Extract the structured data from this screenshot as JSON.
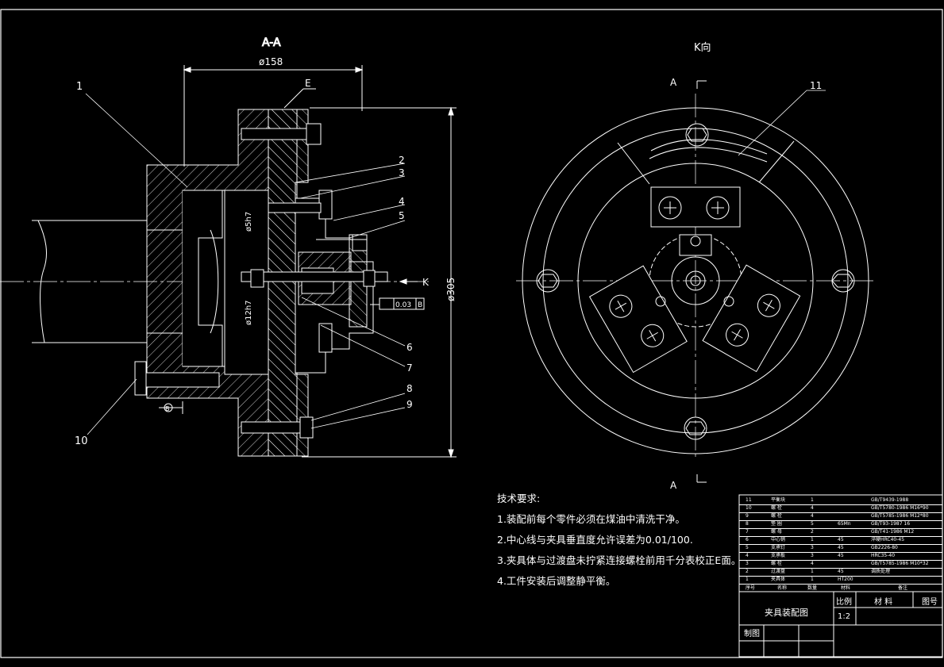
{
  "colors": {
    "background": "#000000",
    "lines": "#ffffff",
    "hatch": "#ffffff"
  },
  "sectionView": {
    "title": "A-A",
    "dimWidth": "ø158",
    "dimHeight": "ø305",
    "dimBore1": "ø5h7",
    "dimBore2": "ø12h7",
    "labelE": "E",
    "labelK": "K",
    "datumB": "B",
    "tolerance": "0.03",
    "leaders": [
      "1",
      "2",
      "3",
      "4",
      "5",
      "6",
      "7",
      "8",
      "9",
      "10"
    ]
  },
  "kView": {
    "title": "K向",
    "sectionMarkTop": "A",
    "sectionMarkBottom": "A",
    "leader": "11"
  },
  "technicalRequirements": {
    "heading": "技术要求:",
    "items": [
      "1.装配前每个零件必须在煤油中清洗干净。",
      "2.中心线与夹具垂直度允许误差为0.01/100.",
      "3.夹具体与过渡盘未拧紧连接螺栓前用千分表校正E面。",
      "4.工件安装后调整静平衡。"
    ]
  },
  "partsList": [
    {
      "no": "11",
      "name": "平衡块",
      "qty": "1",
      "material": "",
      "note": "GB/T9439-1988"
    },
    {
      "no": "10",
      "name": "螺 栓",
      "qty": "4",
      "material": "",
      "note": "GB/T5780-1986 M16*90"
    },
    {
      "no": "9",
      "name": "螺 栓",
      "qty": "4",
      "material": "",
      "note": "GB/T5785-1986 M12*80"
    },
    {
      "no": "8",
      "name": "垫 圈",
      "qty": "5",
      "material": "65Mn",
      "note": "GB/T93-1987 16"
    },
    {
      "no": "7",
      "name": "螺 母",
      "qty": "2",
      "material": "",
      "note": "GB/T41-1986 M12"
    },
    {
      "no": "6",
      "name": "中心销",
      "qty": "1",
      "material": "45",
      "note": "淬硬HRC40-45"
    },
    {
      "no": "5",
      "name": "支承钉",
      "qty": "3",
      "material": "45",
      "note": "GB2226-80"
    },
    {
      "no": "4",
      "name": "支承板",
      "qty": "3",
      "material": "45",
      "note": "HRC35-40"
    },
    {
      "no": "3",
      "name": "螺 栓",
      "qty": "4",
      "material": "",
      "note": "GB/T5785-1986 M10*32"
    },
    {
      "no": "2",
      "name": "过渡盘",
      "qty": "1",
      "material": "45",
      "note": "调质处理"
    },
    {
      "no": "1",
      "name": "夹具体",
      "qty": "1",
      "material": "HT200",
      "note": ""
    }
  ],
  "partsHeader": {
    "no": "序号",
    "name": "名称",
    "qty": "数量",
    "material": "材料",
    "note": "备注"
  },
  "titleBlock": {
    "drawingName": "夹具装配图",
    "scaleLabel": "比例",
    "scale": "1:2",
    "materialLabel": "材 料",
    "drawingNoLabel": "图号",
    "drawnBy": "制图"
  }
}
